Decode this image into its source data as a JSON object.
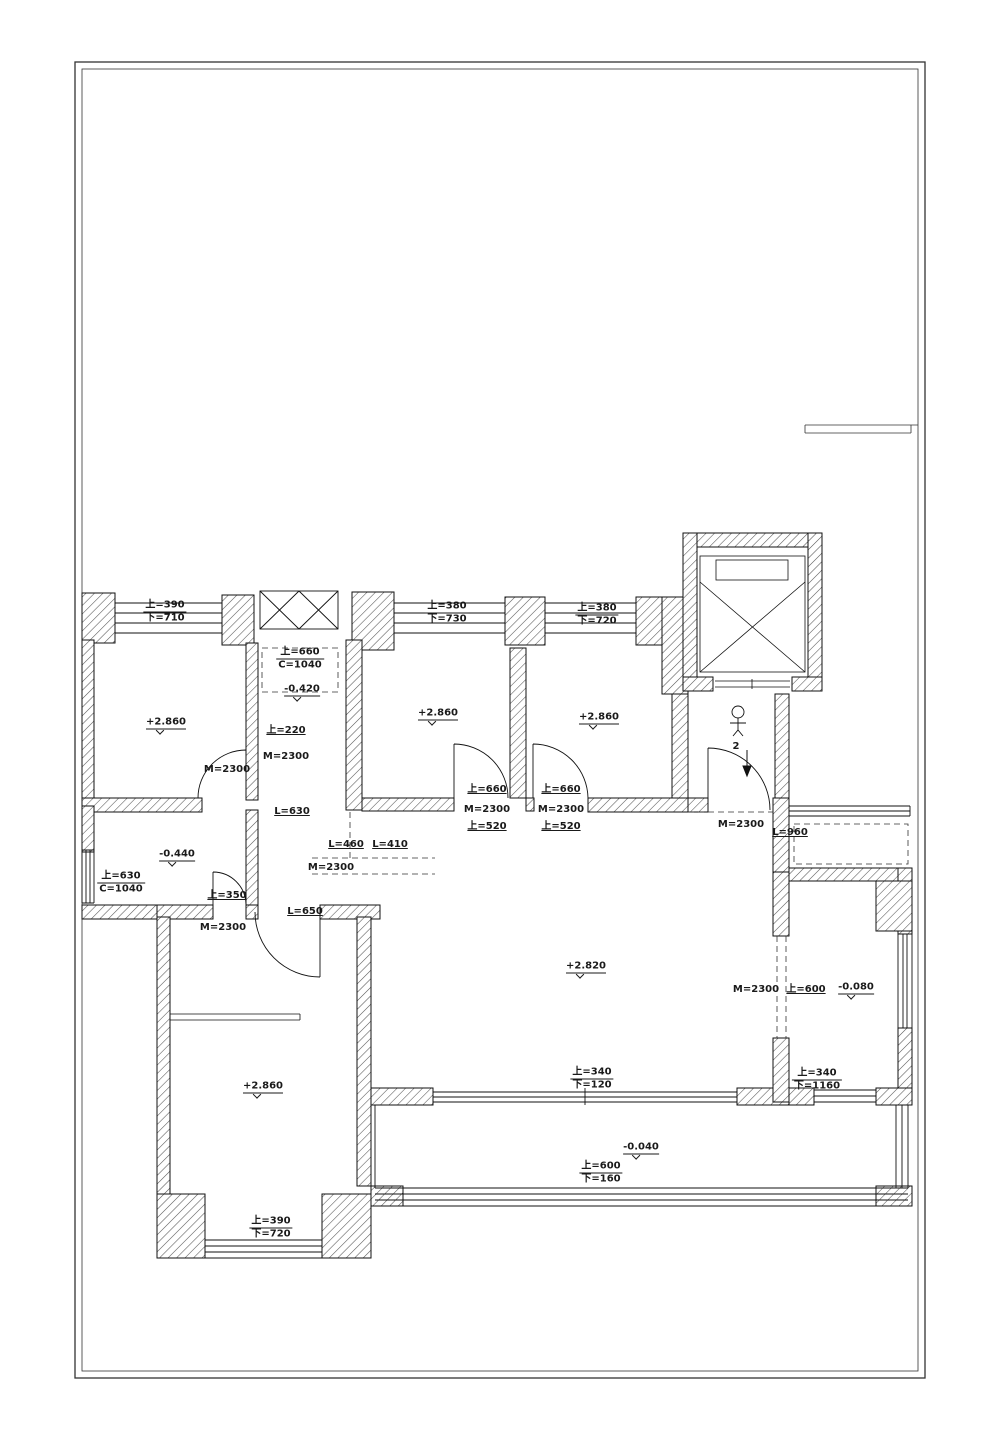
{
  "drawing": {
    "type": "residential floor plan",
    "line_color": "#1a1a1a",
    "background": "#ffffff"
  },
  "labels": {
    "w_tl_t": "上=390",
    "w_tl_b": "下=710",
    "closet_t": "上=660",
    "closet_b": "C=1040",
    "elev_closet": "-0.420",
    "u220": "上=220",
    "m2300_a": "M=2300",
    "m2300_b": "M=2300",
    "w_r2_t": "上=380",
    "w_r2_b": "下=730",
    "w_r3_t": "上=380",
    "w_r3_b": "下=720",
    "elev_bed1": "+2.860",
    "elev_r2": "+2.860",
    "elev_r3": "+2.860",
    "d_r2_1": "上=660",
    "d_r2_2": "M=2300",
    "d_r2_3": "上=520",
    "d_r3_1": "上=660",
    "d_r3_2": "M=2300",
    "d_r3_3": "上=520",
    "l630": "L=630",
    "l460": "L=460",
    "l410": "L=410",
    "m2300_c": "M=2300",
    "m2300_entry": "M=2300",
    "l960": "L=960",
    "elev_bath": "-0.440",
    "bath_t": "上=630",
    "bath_b": "C=1040",
    "u350": "上=350",
    "l650": "L=650",
    "m2300_d": "M=2300",
    "elev_living": "+2.820",
    "m2300_rr": "M=2300",
    "u600_rr": "上=600",
    "elev_rr": "-0.080",
    "w_lv_t": "上=340",
    "w_lv_b": "下=120",
    "w_rr_t": "上=340",
    "w_rr_b": "下=1160",
    "elev_bl": "+2.860",
    "elev_bal": "-0.040",
    "w_bal_t": "上=600",
    "w_bal_b": "下=160",
    "w_bl_t": "上=390",
    "w_bl_b": "下=720",
    "stair_num": "2"
  }
}
